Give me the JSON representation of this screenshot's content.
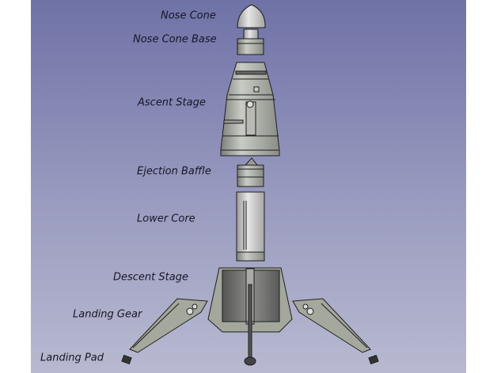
{
  "labels": {
    "nose_cone": "Nose Cone",
    "nose_cone_base": "Nose Cone Base",
    "ascent_stage": "Ascent Stage",
    "ejection_baffle": "Ejection Baffle",
    "lower_core": "Lower Core",
    "descent_stage": "Descent Stage",
    "landing_gear": "Landing Gear",
    "landing_pad": "Landing Pad"
  },
  "colors": {
    "background_top": "#6f72a6",
    "background_bottom": "#b8b9d0",
    "part_fill": "#a9aca3",
    "part_stroke": "#1e1e1e",
    "label_text": "#161628"
  }
}
